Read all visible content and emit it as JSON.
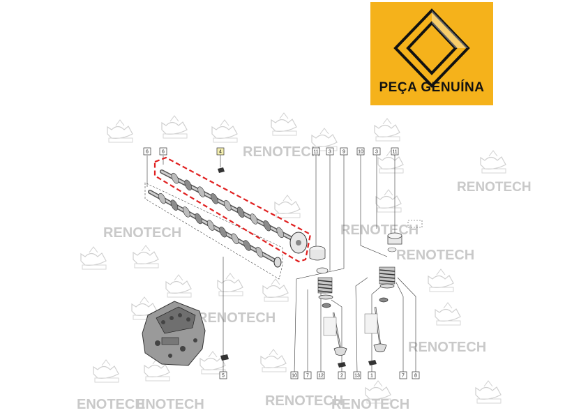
{
  "brand": {
    "badge_text": "PEÇA GENUÍNA",
    "badge_color": "#f5b21b",
    "logo": "renault-diamond-logo"
  },
  "watermark": {
    "text": "RENOTECH",
    "text_alt": "ENOTECH",
    "logo": "renault-diamond-outline"
  },
  "callouts": {
    "c1": "6",
    "c2": "6",
    "c3": "4",
    "c4": "11",
    "c5": "3",
    "c6": "9",
    "c7": "10",
    "c8": "3",
    "c9": "11",
    "c10": "5",
    "c11": "10",
    "c12": "7",
    "c13": "12",
    "c14": "2",
    "c15": "13",
    "c16": "1",
    "c17": "7",
    "c18": "8"
  },
  "highlight_color": "#e02020"
}
